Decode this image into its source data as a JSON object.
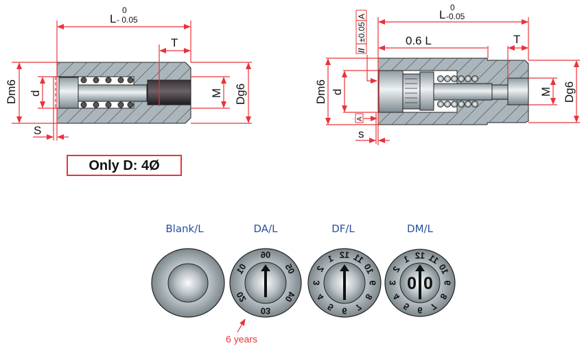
{
  "left_drawing": {
    "length_label": "L",
    "length_tol_upper": "0",
    "length_tol_lower": "- 0.05",
    "thread_depth_label": "T",
    "outer_diameter_label": "Dm6",
    "bore_label": "d",
    "thread_label": "M",
    "head_diameter_label": "Dg6",
    "stroke_label": "S",
    "note": "Only D: 4Ø"
  },
  "right_drawing": {
    "length_label": "L",
    "length_tol_upper": "0",
    "length_tol_lower": "-0.05",
    "partial_length_label": "0.6 L",
    "thread_depth_label": "T",
    "outer_diameter_label": "Dm6",
    "bore_label": "d",
    "thread_label": "M",
    "head_diameter_label": "Dg6",
    "stroke_label": "s",
    "tolerance_symbol": "//",
    "tolerance_value": "±0.05",
    "tolerance_datum": "A",
    "datum_label": "A"
  },
  "variants": [
    {
      "label": "Blank/L",
      "marks": []
    },
    {
      "label": "DA/L",
      "marks": [
        "06",
        "05",
        "04",
        "03",
        "02",
        "01"
      ]
    },
    {
      "label": "DF/L",
      "marks": [
        "12",
        "11",
        "10",
        "9",
        "8",
        "7",
        "6",
        "5",
        "4",
        "3",
        "2",
        "1"
      ]
    },
    {
      "label": "DM/L",
      "marks": [
        "12",
        "11",
        "10",
        "9",
        "8",
        "7",
        "6",
        "5",
        "4",
        "3",
        "2",
        "1"
      ],
      "center": "00"
    }
  ],
  "annotation": "6 years",
  "colors": {
    "dimension": "#e8333a",
    "caption": "#2a4fa0"
  }
}
